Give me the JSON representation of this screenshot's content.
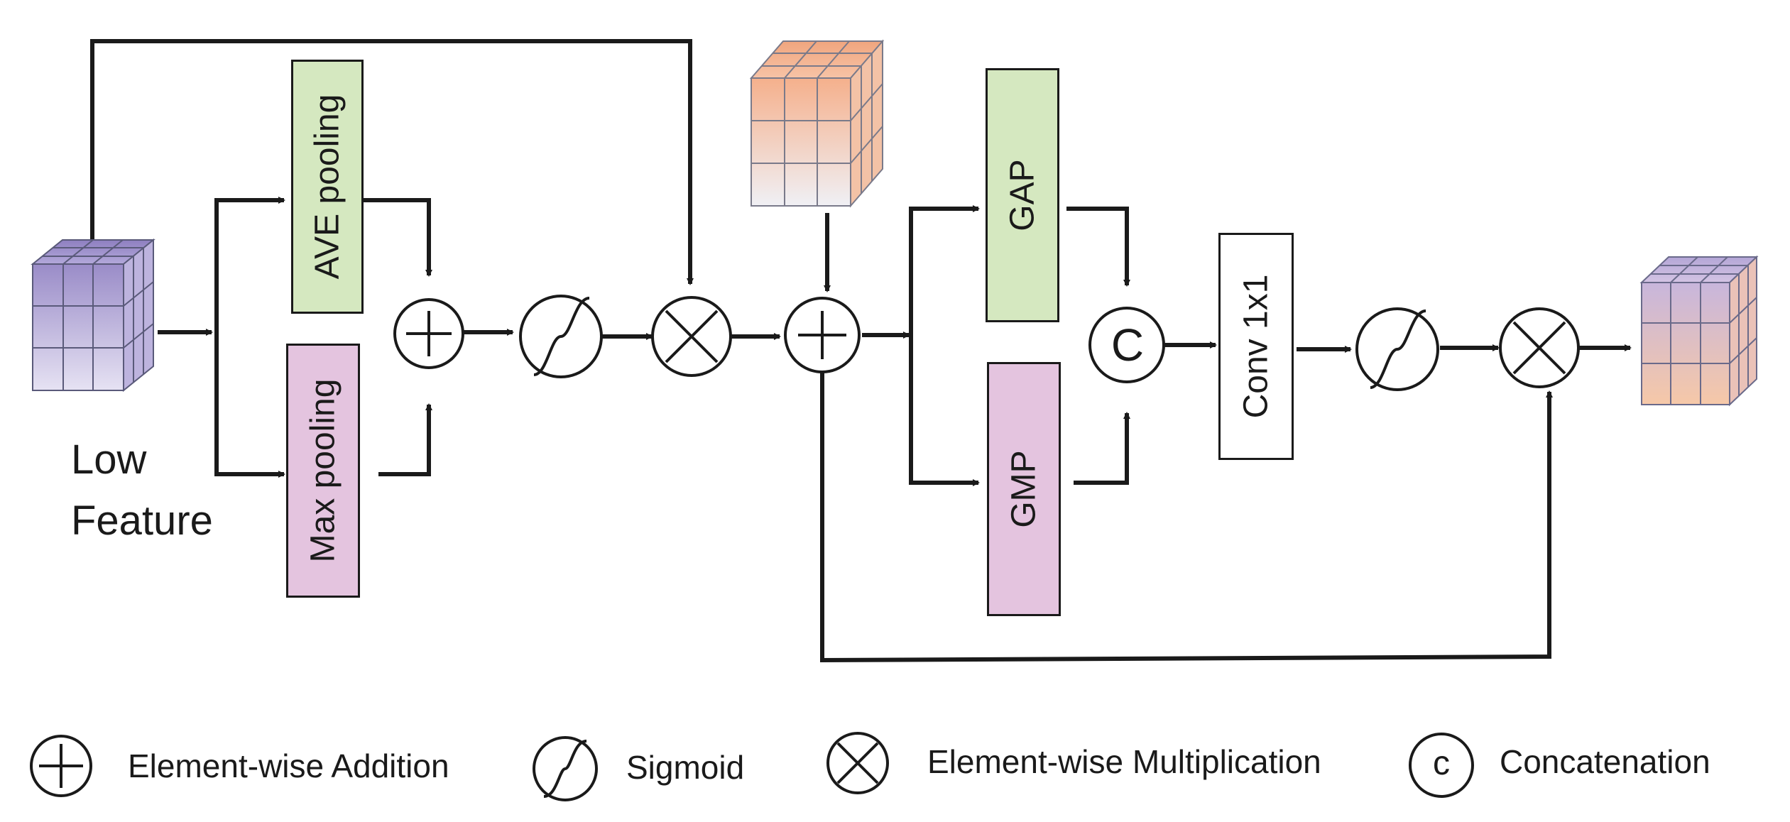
{
  "diagram": {
    "input_label_line1": "Low",
    "input_label_line2": "Feature",
    "blocks": {
      "ave_pooling": "AVE pooling",
      "max_pooling": "Max pooling",
      "gap": "GAP",
      "gmp": "GMP",
      "conv": "Conv 1x1"
    },
    "concat_symbol": "C"
  },
  "legend": {
    "addition": "Element-wise Addition",
    "sigmoid": "Sigmoid",
    "multiplication": "Element-wise Multiplication",
    "concat_symbol": "c",
    "concatenation": "Concatenation"
  },
  "colors": {
    "stroke": "#1a1a1a",
    "green_block": "#d5e8c0",
    "pink_block": "#e4c4df",
    "purple_cube": "#9c8fc8",
    "orange_cube": "#f5b895"
  }
}
